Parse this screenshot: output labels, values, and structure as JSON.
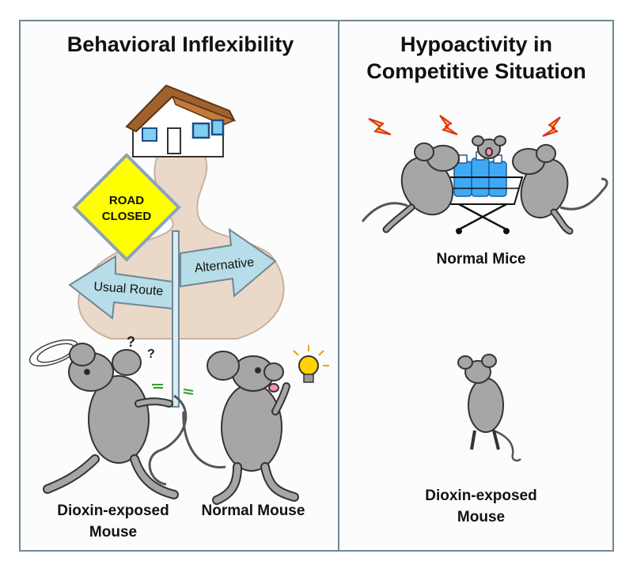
{
  "left_panel": {
    "title": "Behavioral Inflexibility",
    "road_sign": {
      "line1": "ROAD",
      "line2": "CLOSED"
    },
    "arrows": {
      "left": "Usual Route",
      "right": "Alternative"
    },
    "question_marks": [
      "?",
      "?"
    ],
    "captions": {
      "dioxin_line1": "Dioxin-exposed",
      "dioxin_line2": "Mouse",
      "normal": "Normal Mouse"
    }
  },
  "right_panel": {
    "title_line1": "Hypoactivity in",
    "title_line2": "Competitive Situation",
    "normal_caption": "Normal Mice",
    "dioxin_caption_line1": "Dioxin-exposed",
    "dioxin_caption_line2": "Mouse"
  },
  "colors": {
    "border": "#6f8796",
    "sign_yellow": "#ffff00",
    "arrow_fill": "#b7dde8",
    "mouse_gray": "#a6a6a6",
    "path_fill": "#ead8c8",
    "bottle_blue": "#3fa9f5",
    "roof_brown": "#a0622d"
  }
}
